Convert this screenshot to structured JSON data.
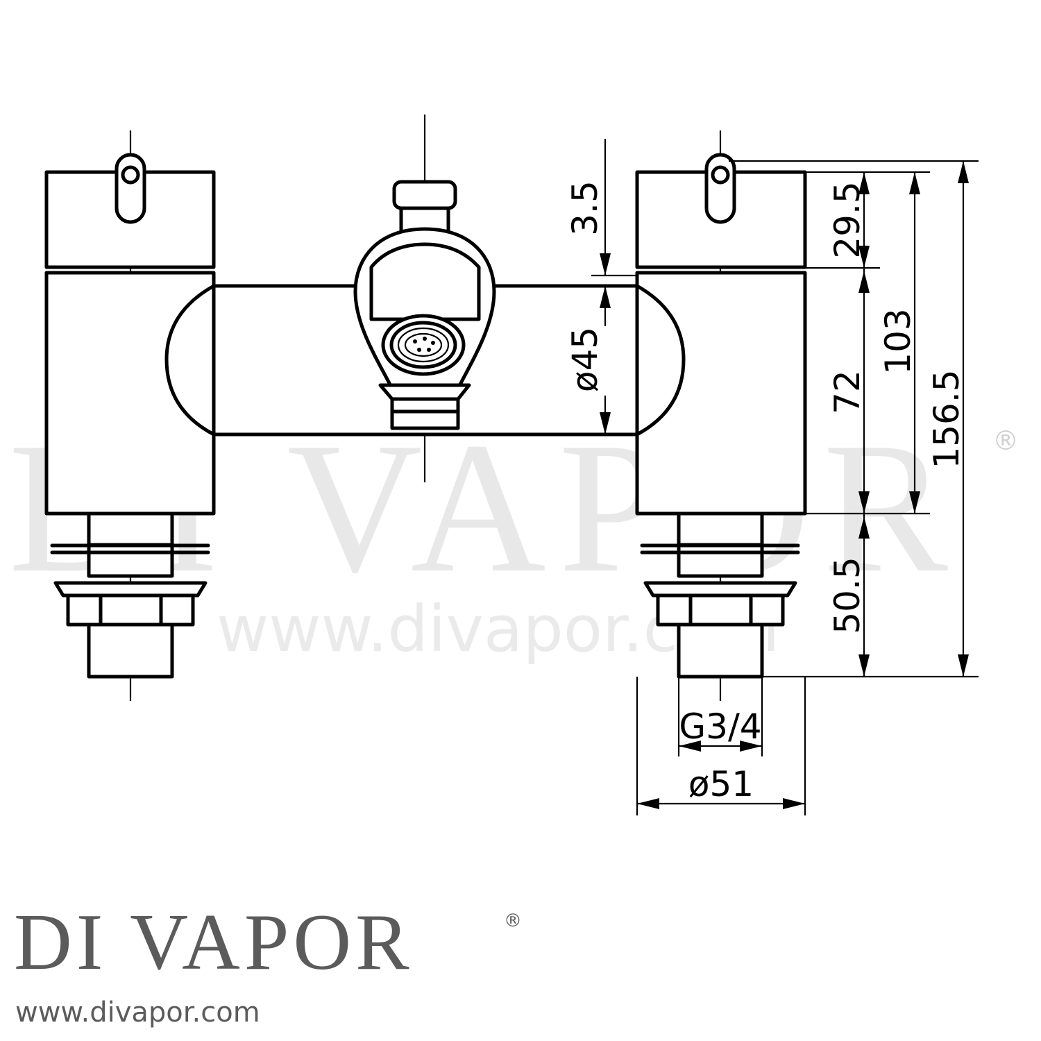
{
  "brand": {
    "name": "DI VAPOR",
    "registered": "®",
    "website": "www.divapor.com"
  },
  "watermark": {
    "name": "DI VAPOR",
    "registered": "®",
    "website": "www.divapor.com"
  },
  "dimensions": {
    "top_offset": "3.5",
    "handle_height": "29.5",
    "body_diameter": "ø45",
    "body_height": "72",
    "upper_height": "103",
    "overall_height": "156.5",
    "leg_height": "50.5",
    "thread": "G3/4",
    "base_diameter": "ø51"
  }
}
